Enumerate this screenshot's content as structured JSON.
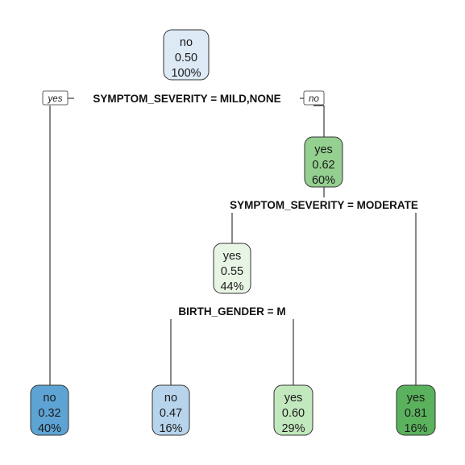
{
  "nodes": {
    "root": {
      "label": "no",
      "prob": "0.50",
      "pct": "100%",
      "color": "#dde9f5"
    },
    "right": {
      "label": "yes",
      "prob": "0.62",
      "pct": "60%",
      "color": "#94d08f"
    },
    "mid": {
      "label": "yes",
      "prob": "0.55",
      "pct": "44%",
      "color": "#e8f5e4"
    },
    "leaf_left": {
      "label": "no",
      "prob": "0.32",
      "pct": "40%",
      "color": "#5da4d4"
    },
    "leaf_no": {
      "label": "no",
      "prob": "0.47",
      "pct": "16%",
      "color": "#b7d4ec"
    },
    "leaf_yes": {
      "label": "yes",
      "prob": "0.60",
      "pct": "29%",
      "color": "#c2e8be"
    },
    "leaf_right": {
      "label": "yes",
      "prob": "0.81",
      "pct": "16%",
      "color": "#5bb25d"
    }
  },
  "splits": {
    "root": "SYMPTOM_SEVERITY = MILD,NONE",
    "right": "SYMPTOM_SEVERITY = MODERATE",
    "mid": "BIRTH_GENDER = M"
  },
  "branch_labels": {
    "yes": "yes",
    "no": "no"
  }
}
